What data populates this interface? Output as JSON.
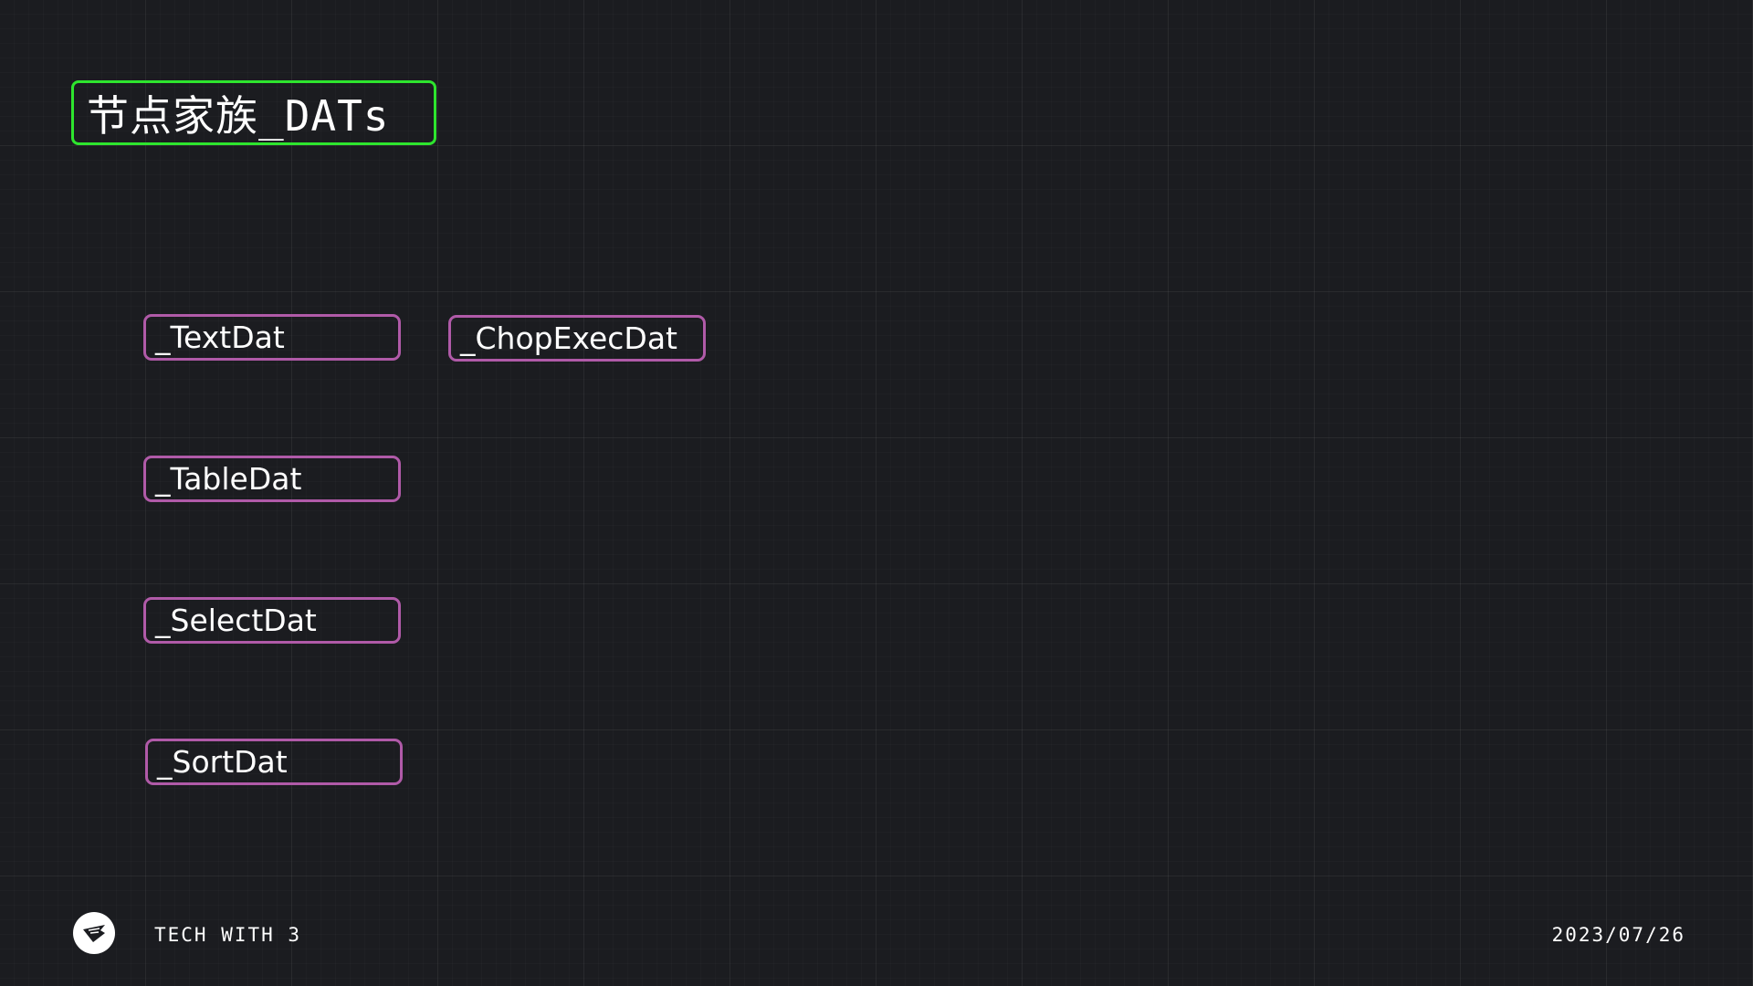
{
  "title": "节点家族_DATs",
  "nodes": [
    {
      "label": "_TextDat"
    },
    {
      "label": "_ChopExecDat"
    },
    {
      "label": "_TableDat"
    },
    {
      "label": "_SelectDat"
    },
    {
      "label": "_SortDat"
    }
  ],
  "footer": {
    "logo_icon": "paper-plane-logo-icon",
    "brand": "TECH WITH 3",
    "date": "2023/07/26"
  },
  "colors": {
    "background": "#1b1c20",
    "title_border": "#2ee52e",
    "node_border": "#b05aa8",
    "text": "#ffffff"
  }
}
